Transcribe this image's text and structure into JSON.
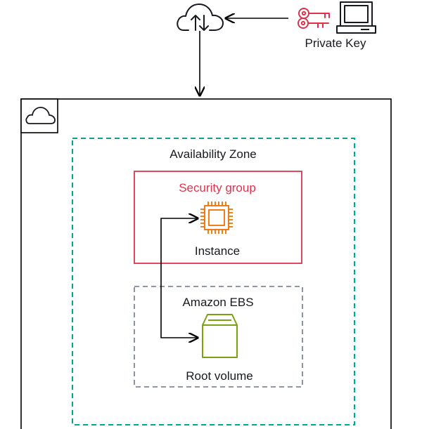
{
  "labels": {
    "private_key": "Private Key",
    "availability_zone": "Availability Zone",
    "security_group": "Security group",
    "instance": "Instance",
    "amazon_ebs": "Amazon EBS",
    "root_volume": "Root volume"
  },
  "icons": {
    "internet": "cloud-upload-download-icon",
    "key": "key-pair-icon",
    "client": "laptop-icon",
    "cloud": "aws-cloud-icon",
    "instance": "ec2-chip-icon",
    "volume": "ebs-volume-icon"
  },
  "colors": {
    "outline": "#000000",
    "availability_zone": "#01a88d",
    "security_group": "#dd344c",
    "ebs_group": "#7d8998",
    "instance_icon": "#ed7100",
    "volume_icon": "#7aa116",
    "key_icon": "#dd344c",
    "text": "#16191f"
  }
}
